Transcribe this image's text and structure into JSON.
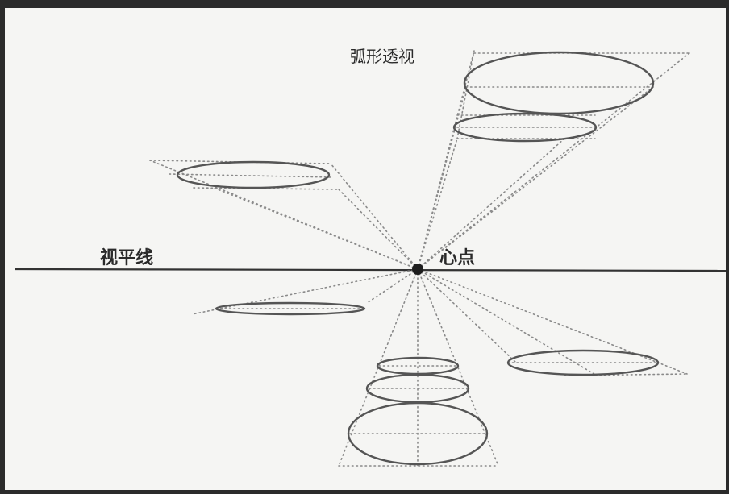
{
  "title": "弧形透视",
  "horizon_label": "视平线",
  "center_label": "心点",
  "colors": {
    "frame": "#2b2b2b",
    "paper": "#f5f5f3",
    "ink": "#2a2a2a",
    "ellipse_stroke": "#555555",
    "guide_dots": "#8a8a8a"
  },
  "ellipse_count": 8
}
